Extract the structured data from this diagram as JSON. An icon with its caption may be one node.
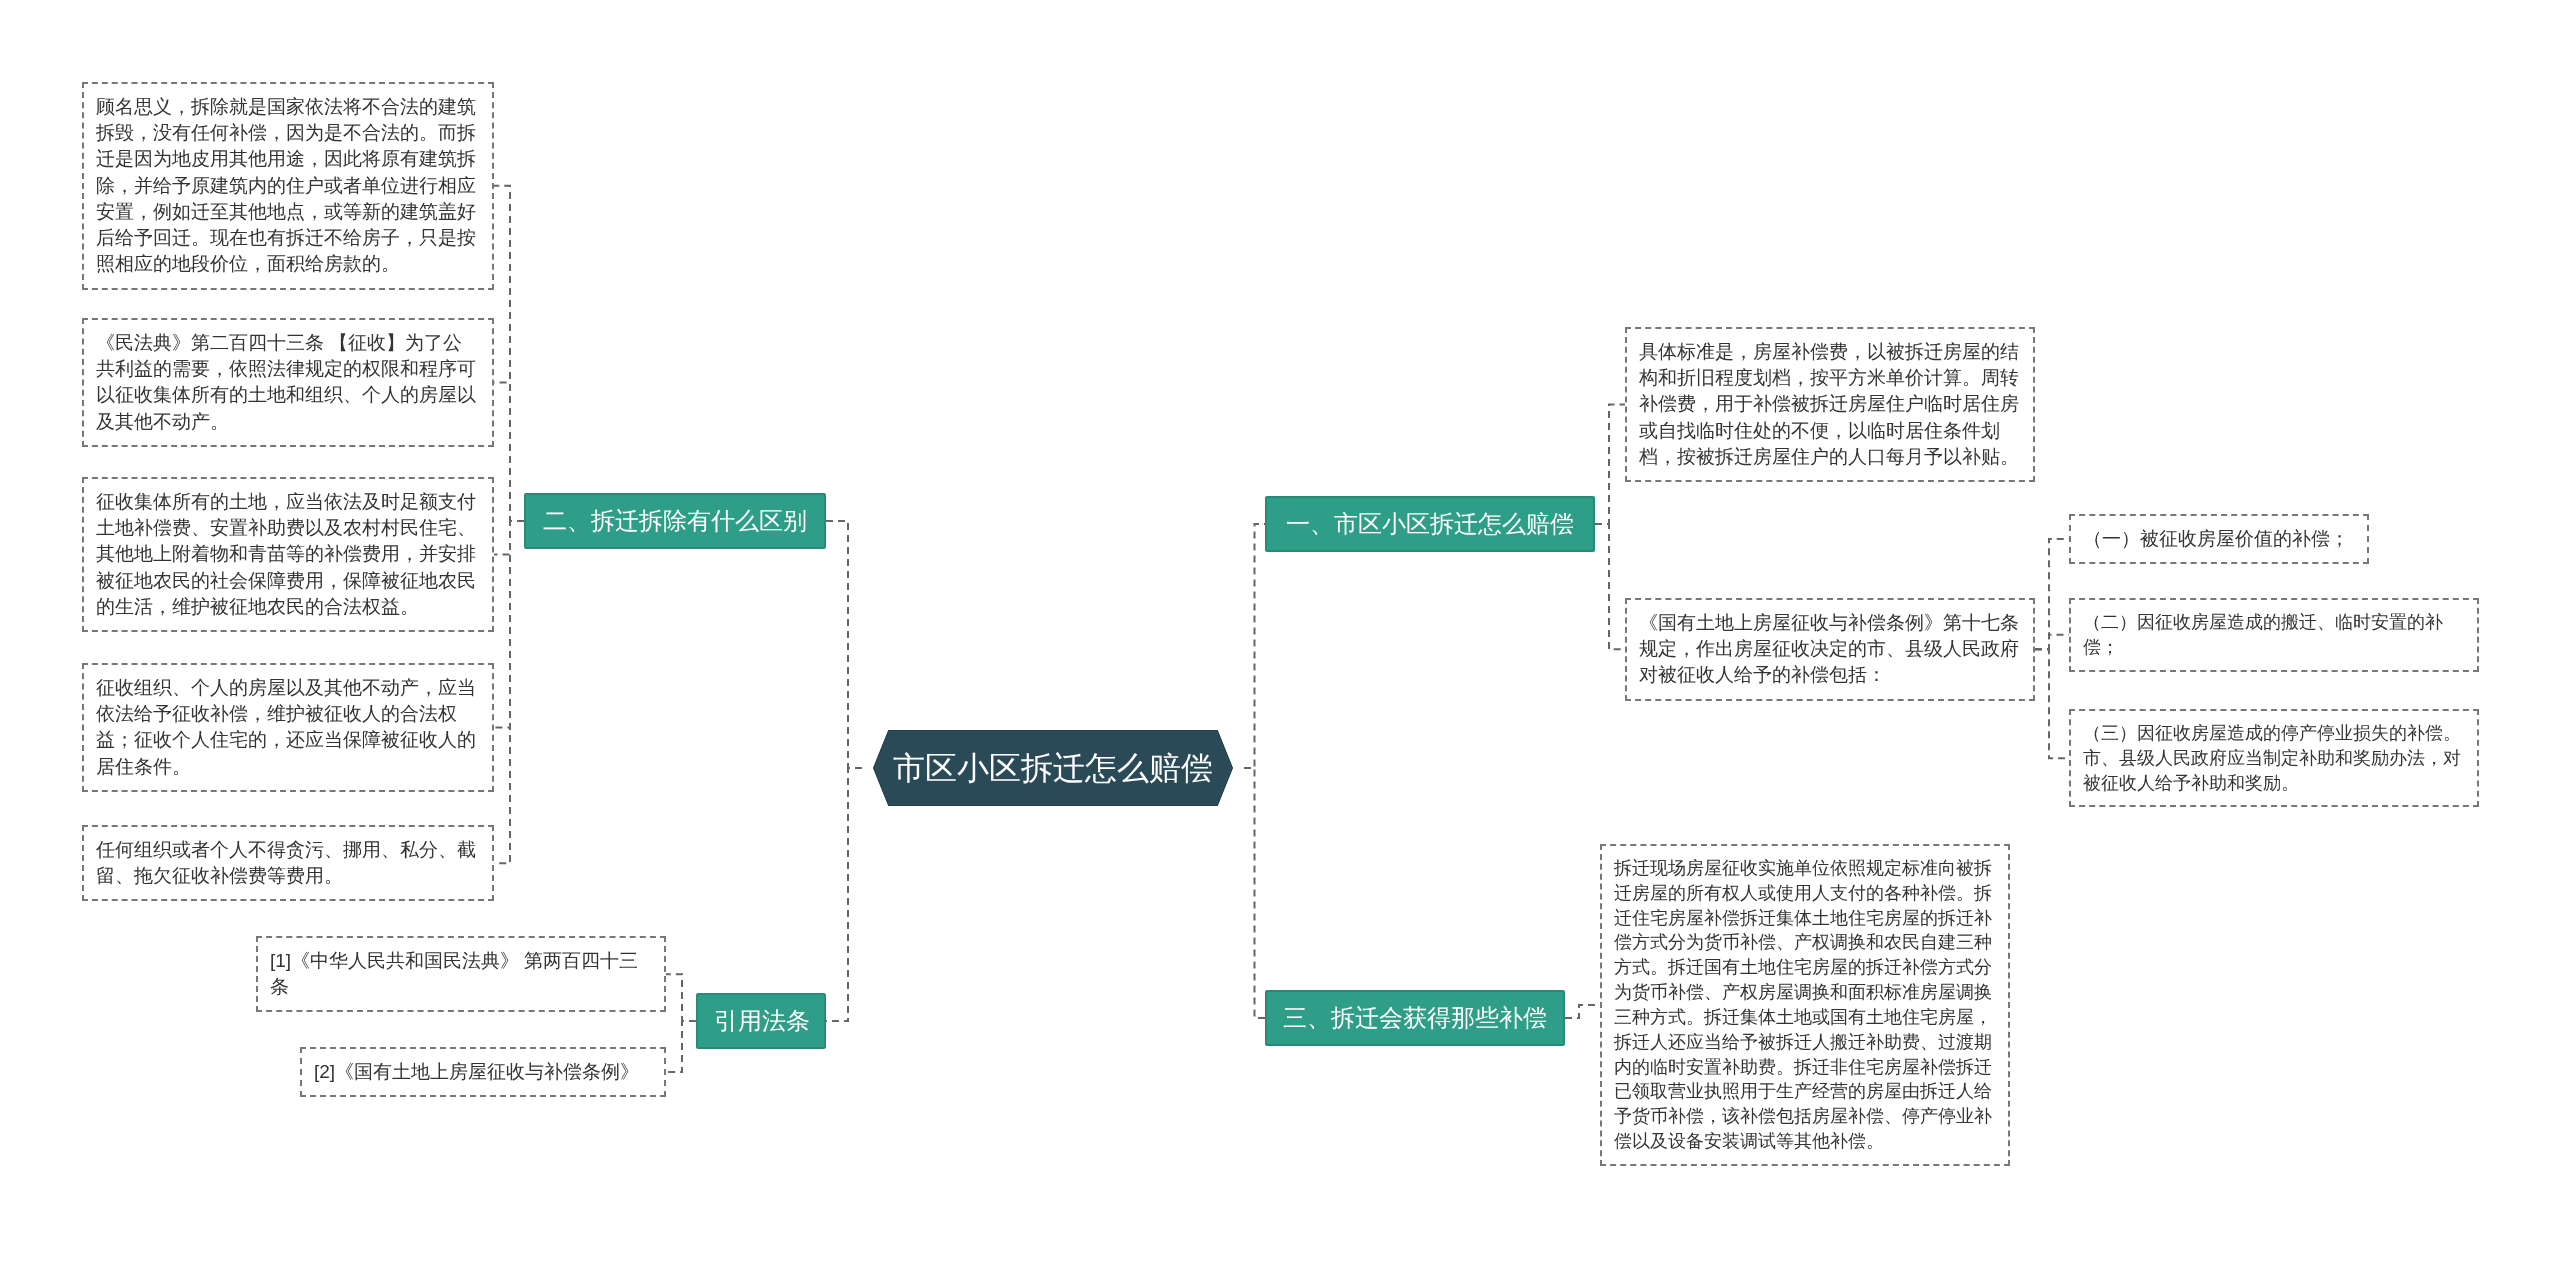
{
  "diagram": {
    "nodes": [
      {
        "text": [
          "市区小区拆迁怎么赔偿"
        ]
      },
      {
        "text": [
          "一、市区小区拆迁怎么赔偿"
        ]
      },
      {
        "text": [
          "具体标准是，房屋补偿费，以被拆迁房屋的结构和折旧程度划档，按平方米单价计算。周转补偿费，用于补偿被拆迁房屋住户临时居住房或自找临时住处的不便，以临时居住条件划档，按被拆迁房屋住户的人口每月予以补贴。"
        ]
      },
      {
        "text": [
          "《国有土地上房屋征收与补偿条例》第十七条规定，作出房屋征收决定的市、县级人民政府对被征收人给予的补偿包括："
        ]
      },
      {
        "text": [
          "（一）被征收房屋价值的补偿；"
        ]
      },
      {
        "text": [
          "（二）因征收房屋造成的搬迁、临时安置的补偿；"
        ]
      },
      {
        "text": [
          "（三）因征收房屋造成的停产停业损失的补偿。市、县级人民政府应当制定补助和奖励办法，对被征收人给予补助和奖励。"
        ]
      },
      {
        "text": [
          "三、拆迁会获得那些补偿"
        ]
      },
      {
        "text": [
          "拆迁现场房屋征收实施单位依照规定标准向被拆迁房屋的所有权人或使用人支付的各种补偿。拆迁住宅房屋补偿拆迁集体土地住宅房屋的拆迁补偿方式分为货币补偿、产权调换和农民自建三种方式。拆迁国有土地住宅房屋的拆迁补偿方式分为货币补偿、产权房屋调换和面积标准房屋调换三种方式。拆迁集体土地或国有土地住宅房屋，拆迁人还应当给予被拆迁人搬迁补助费、过渡期内的临时安置补助费。拆迁非住宅房屋补偿拆迁已领取营业执照用于生产经营的房屋由拆迁人给予货币补偿，该补偿包括房屋补偿、停产停业补偿以及设备安装调试等其他补偿。"
        ]
      },
      {
        "text": [
          "二、拆迁拆除有什么区别"
        ]
      },
      {
        "text": [
          "顾名思义，拆除就是国家依法将不合法的建筑拆毁，没有任何补偿，因为是不合法的。而拆迁是因为地皮用其他用途，因此将原有建筑拆除，并给予原建筑内的住户或者单位进行相应安置，例如迁至其他地点，或等新的建筑盖好后给予回迁。现在也有拆迁不给房子，只是按照相应的地段价位，面积给房款的。"
        ]
      },
      {
        "text": [
          "《民法典》第二百四十三条 【征收】为了公共利益的需要，依照法律规定的权限和程序可以征收集体所有的土地和组织、个人的房屋以及其他不动产。"
        ]
      },
      {
        "text": [
          "征收集体所有的土地，应当依法及时足额支付土地补偿费、安置补助费以及农村村民住宅、其他地上附着物和青苗等的补偿费用，并安排被征地农民的社会保障费用，保障被征地农民的生活，维护被征地农民的合法权益。"
        ]
      },
      {
        "text": [
          "征收组织、个人的房屋以及其他不动产，应当依法给予征收补偿，维护被征收人的合法权益；征收个人住宅的，还应当保障被征收人的居住条件。"
        ]
      },
      {
        "text": [
          "任何组织或者个人不得贪污、挪用、私分、截留、拖欠征收补偿费等费用。"
        ]
      },
      {
        "text": [
          "引用法条"
        ]
      },
      {
        "text": [
          "[1]《中华人民共和国民法典》 第两百四十三条"
        ]
      },
      {
        "text": [
          "[2]《国有土地上房屋征收与补偿条例》"
        ]
      }
    ],
    "edges": [
      {
        "from": 0,
        "to": 1,
        "arrow": "none",
        "style": "dashed"
      },
      {
        "from": 1,
        "to": 2,
        "arrow": "none",
        "style": "dashed"
      },
      {
        "from": 1,
        "to": 3,
        "arrow": "none",
        "style": "dashed"
      },
      {
        "from": 3,
        "to": 4,
        "arrow": "none",
        "style": "dashed"
      },
      {
        "from": 3,
        "to": 5,
        "arrow": "none",
        "style": "dashed"
      },
      {
        "from": 3,
        "to": 6,
        "arrow": "none",
        "style": "dashed"
      },
      {
        "from": 0,
        "to": 7,
        "arrow": "none",
        "style": "dashed"
      },
      {
        "from": 7,
        "to": 8,
        "arrow": "none",
        "style": "dashed"
      },
      {
        "from": 0,
        "to": 9,
        "arrow": "none",
        "style": "dashed"
      },
      {
        "from": 9,
        "to": 10,
        "arrow": "none",
        "style": "dashed"
      },
      {
        "from": 9,
        "to": 11,
        "arrow": "none",
        "style": "dashed"
      },
      {
        "from": 9,
        "to": 12,
        "arrow": "none",
        "style": "dashed"
      },
      {
        "from": 9,
        "to": 13,
        "arrow": "none",
        "style": "dashed"
      },
      {
        "from": 9,
        "to": 14,
        "arrow": "none",
        "style": "dashed"
      },
      {
        "from": 0,
        "to": 15,
        "arrow": "none",
        "style": "dashed"
      },
      {
        "from": 15,
        "to": 16,
        "arrow": "none",
        "style": "dashed"
      },
      {
        "from": 15,
        "to": 17,
        "arrow": "none",
        "style": "dashed"
      }
    ]
  }
}
